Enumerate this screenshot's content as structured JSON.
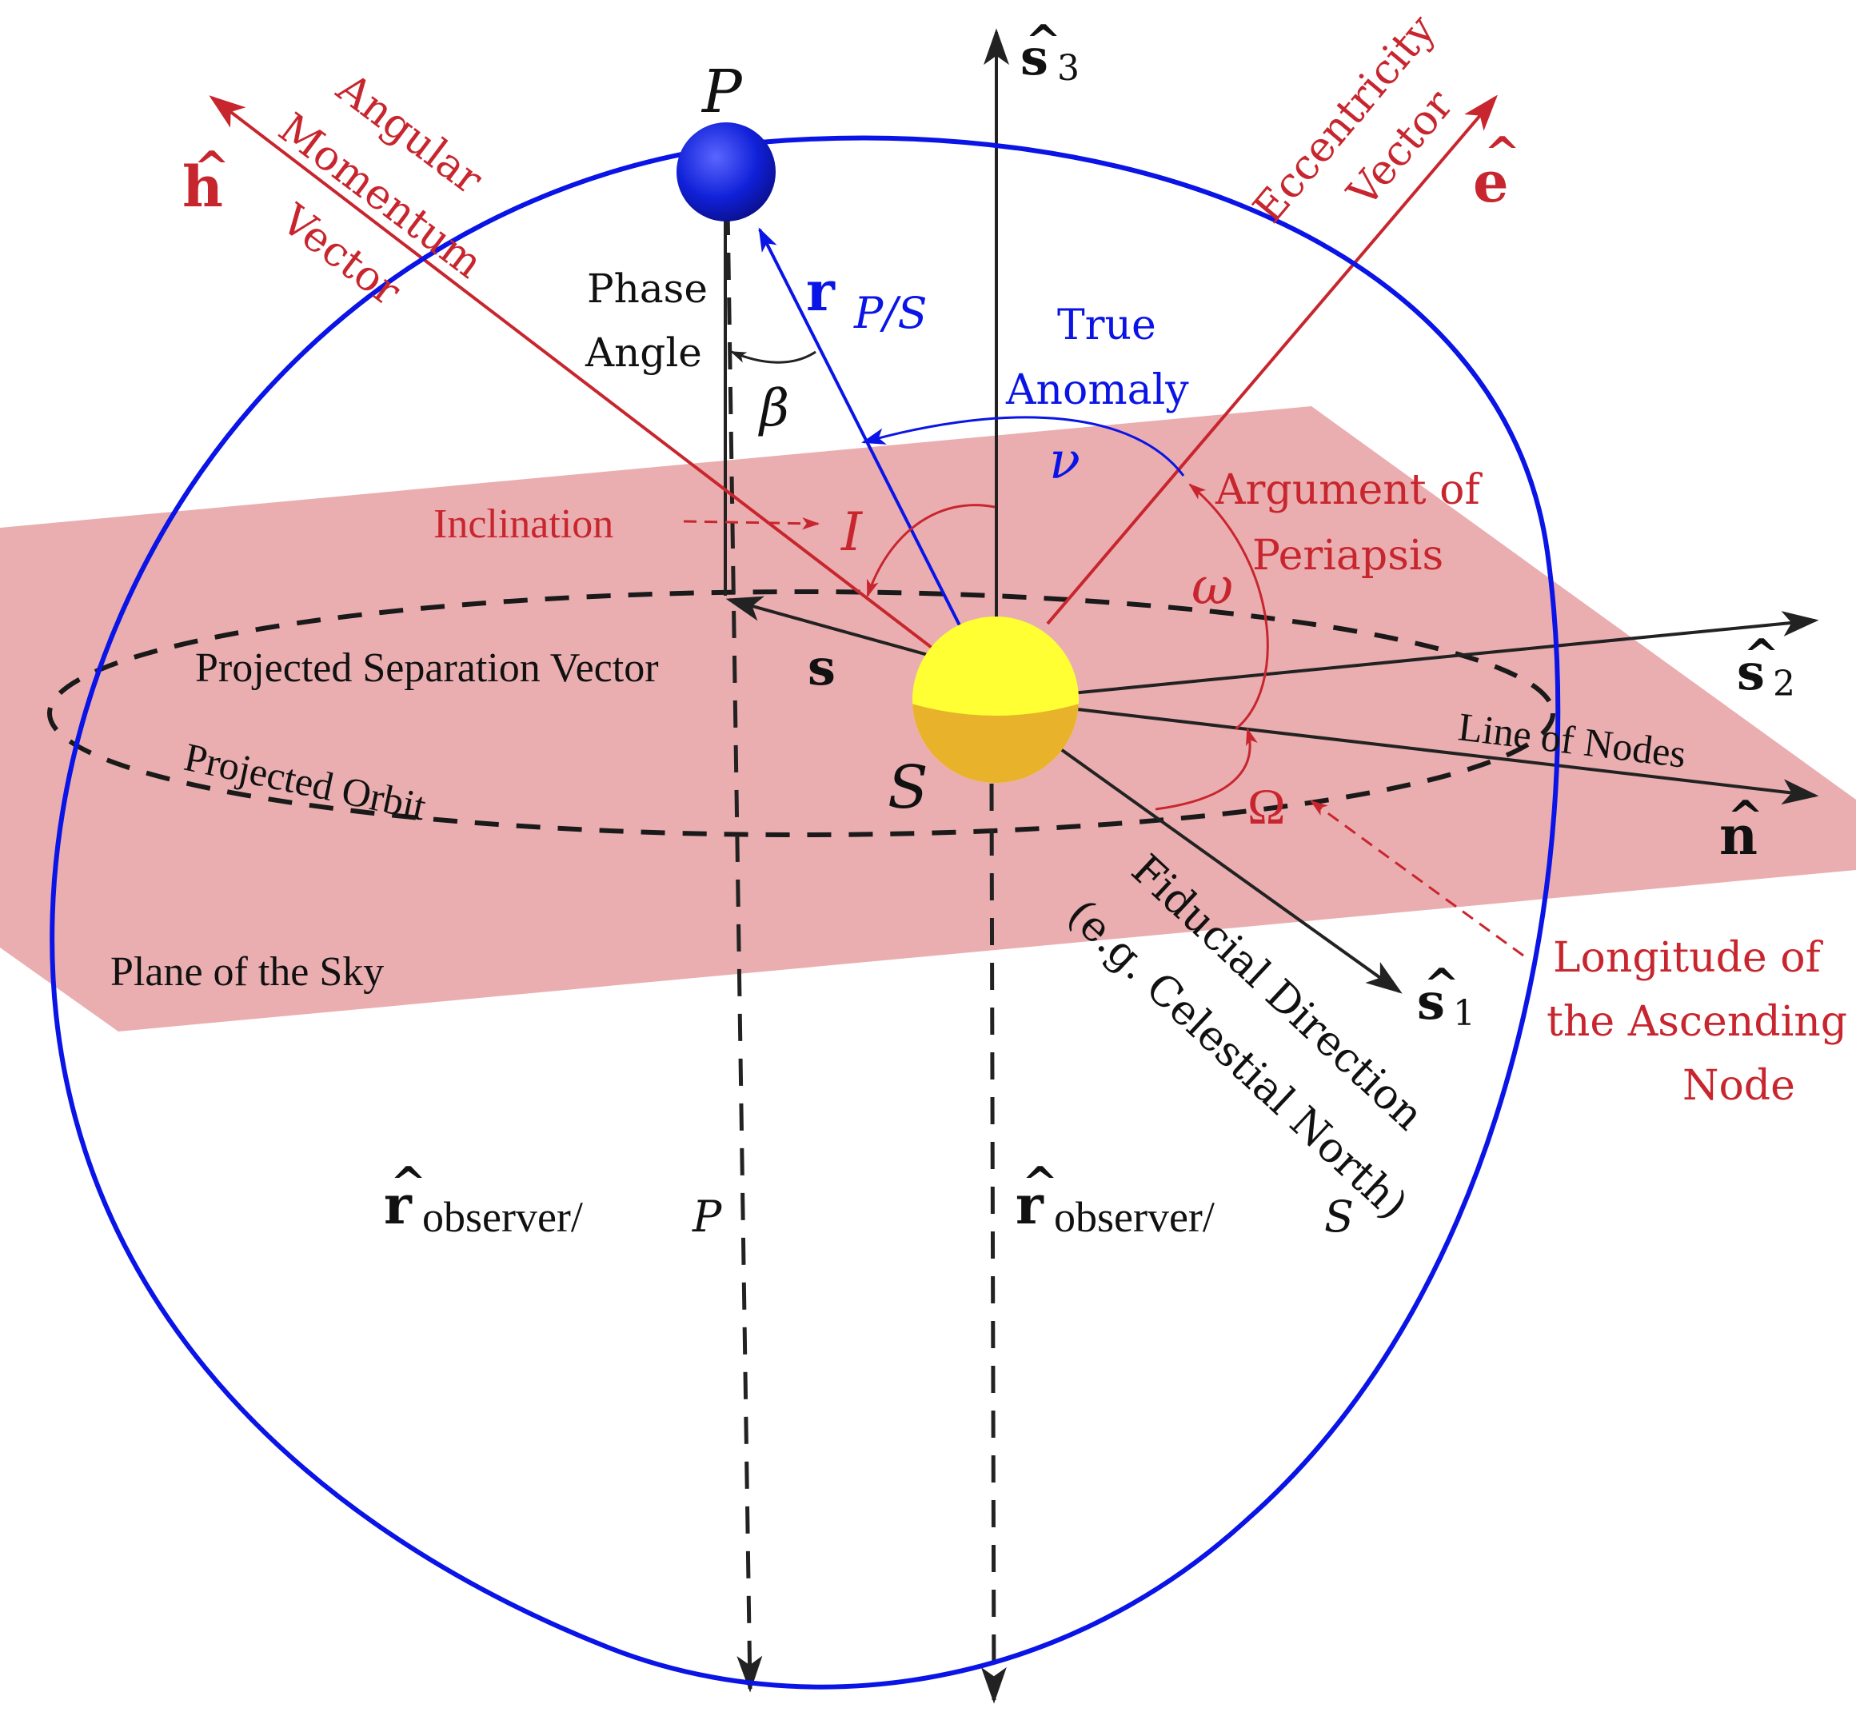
{
  "colors": {
    "red": "#c8262e",
    "blue": "#0a14e6",
    "black": "#222222",
    "sky_plane": "#eaaeb0",
    "star_yellow": "#ffff33",
    "star_orange": "#e8b22a",
    "planet_blue": "#1020d8"
  },
  "points": {
    "planet": "P",
    "star": "S"
  },
  "axes": {
    "s3": {
      "base": "s",
      "sub": "3"
    },
    "s2": {
      "base": "s",
      "sub": "2"
    },
    "s1": {
      "base": "s",
      "sub": "1"
    },
    "n": "n",
    "h": "h",
    "e": "e"
  },
  "vectors": {
    "r_ps": {
      "base": "r",
      "sub": "P/S"
    },
    "r_obs_p": {
      "base": "r",
      "sub": "observer/",
      "sub_italic": "P"
    },
    "r_obs_s": {
      "base": "r",
      "sub": "observer/",
      "sub_italic": "S"
    },
    "s": "s"
  },
  "labels": {
    "angular_momentum": [
      "Angular",
      "Momentum",
      "Vector"
    ],
    "eccentricity": [
      "Eccentricity",
      "Vector"
    ],
    "phase_angle": [
      "Phase",
      "Angle"
    ],
    "true_anomaly": [
      "True",
      "Anomaly"
    ],
    "argument_of_periapsis": [
      "Argument of",
      "Periapsis"
    ],
    "inclination": "Inclination",
    "projected_separation": "Projected Separation Vector",
    "projected_orbit": "Projected Orbit",
    "plane_of_sky": "Plane of the Sky",
    "line_of_nodes": "Line of Nodes",
    "longitude_ascending": [
      "Longitude of",
      "the Ascending",
      "Node"
    ],
    "fiducial_direction": [
      "Fiducial Direction",
      "(e.g. Celestial North)"
    ]
  },
  "symbols": {
    "beta": "β",
    "nu": "ν",
    "omega": "ω",
    "Omega": "Ω",
    "inclination": "I",
    "hat": "^"
  }
}
